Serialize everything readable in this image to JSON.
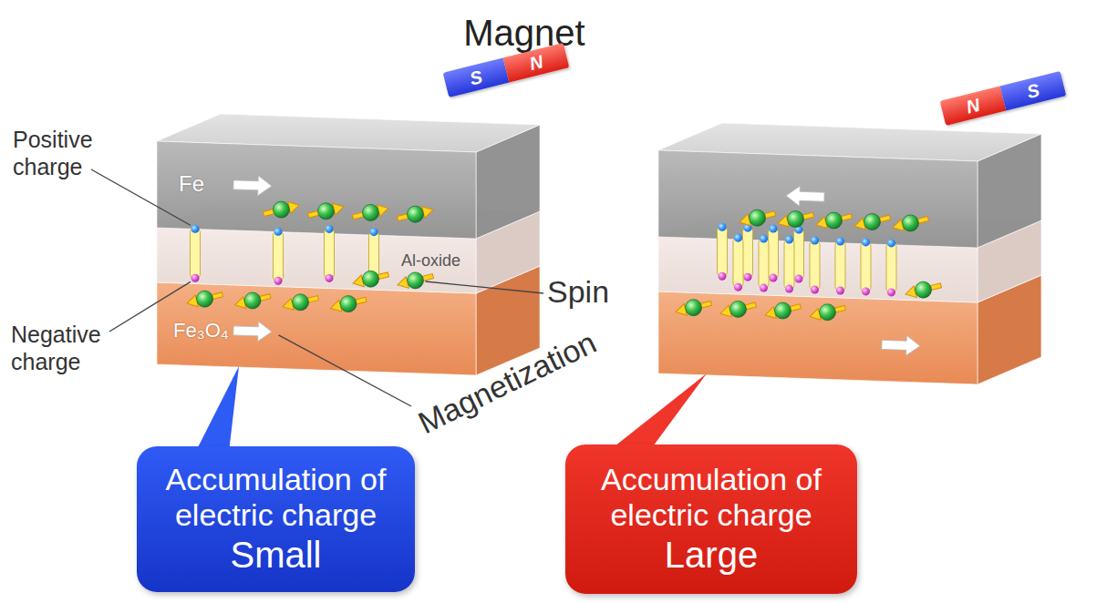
{
  "diagram": {
    "nodes": [
      {
        "text": [
          "S"
        ]
      },
      {
        "text": [
          "N"
        ]
      },
      {
        "text": [
          "N"
        ]
      },
      {
        "text": [
          "S"
        ]
      },
      {
        "text": [
          "Accumulation of electric charge",
          "Small"
        ]
      },
      {
        "text": [
          "Accumulation of electric charge",
          "Large"
        ]
      }
    ],
    "labels": [
      "Magnet",
      "Positive charge",
      "Fe",
      "Al-oxide",
      "Spin",
      "Negative charge",
      "Fe₃O₄",
      "Magnetization"
    ]
  }
}
